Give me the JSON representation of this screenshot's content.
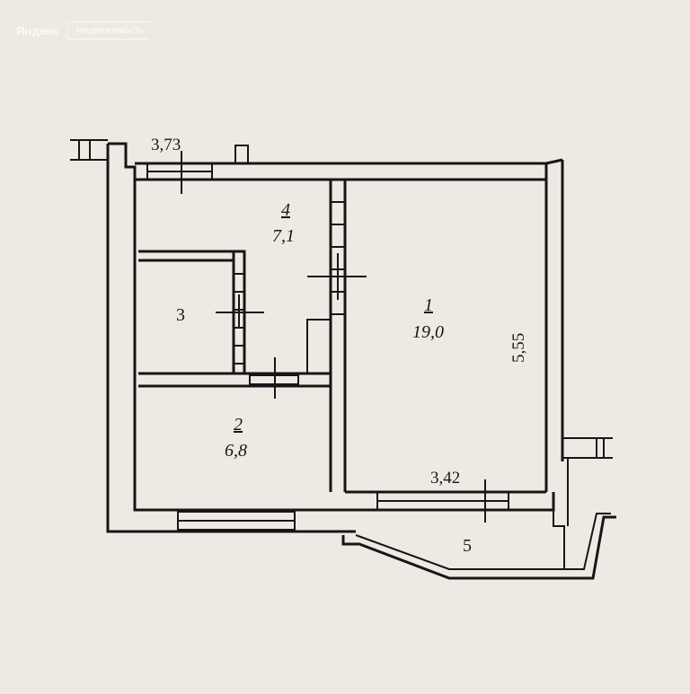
{
  "watermark": {
    "logo": "Яндекс",
    "tag": "Недвижимость"
  },
  "rooms": [
    {
      "number": "1",
      "area": "19,0"
    },
    {
      "number": "2",
      "area": "6,8"
    },
    {
      "number": "3"
    },
    {
      "number": "4",
      "area": "7,1"
    },
    {
      "number": "5"
    }
  ],
  "dimensions": {
    "top_wall": "3,73",
    "balcony_wall": "3,42",
    "right_wall": "5,55"
  },
  "colors": {
    "paper": "#eeeae3",
    "ink": "#161616"
  }
}
